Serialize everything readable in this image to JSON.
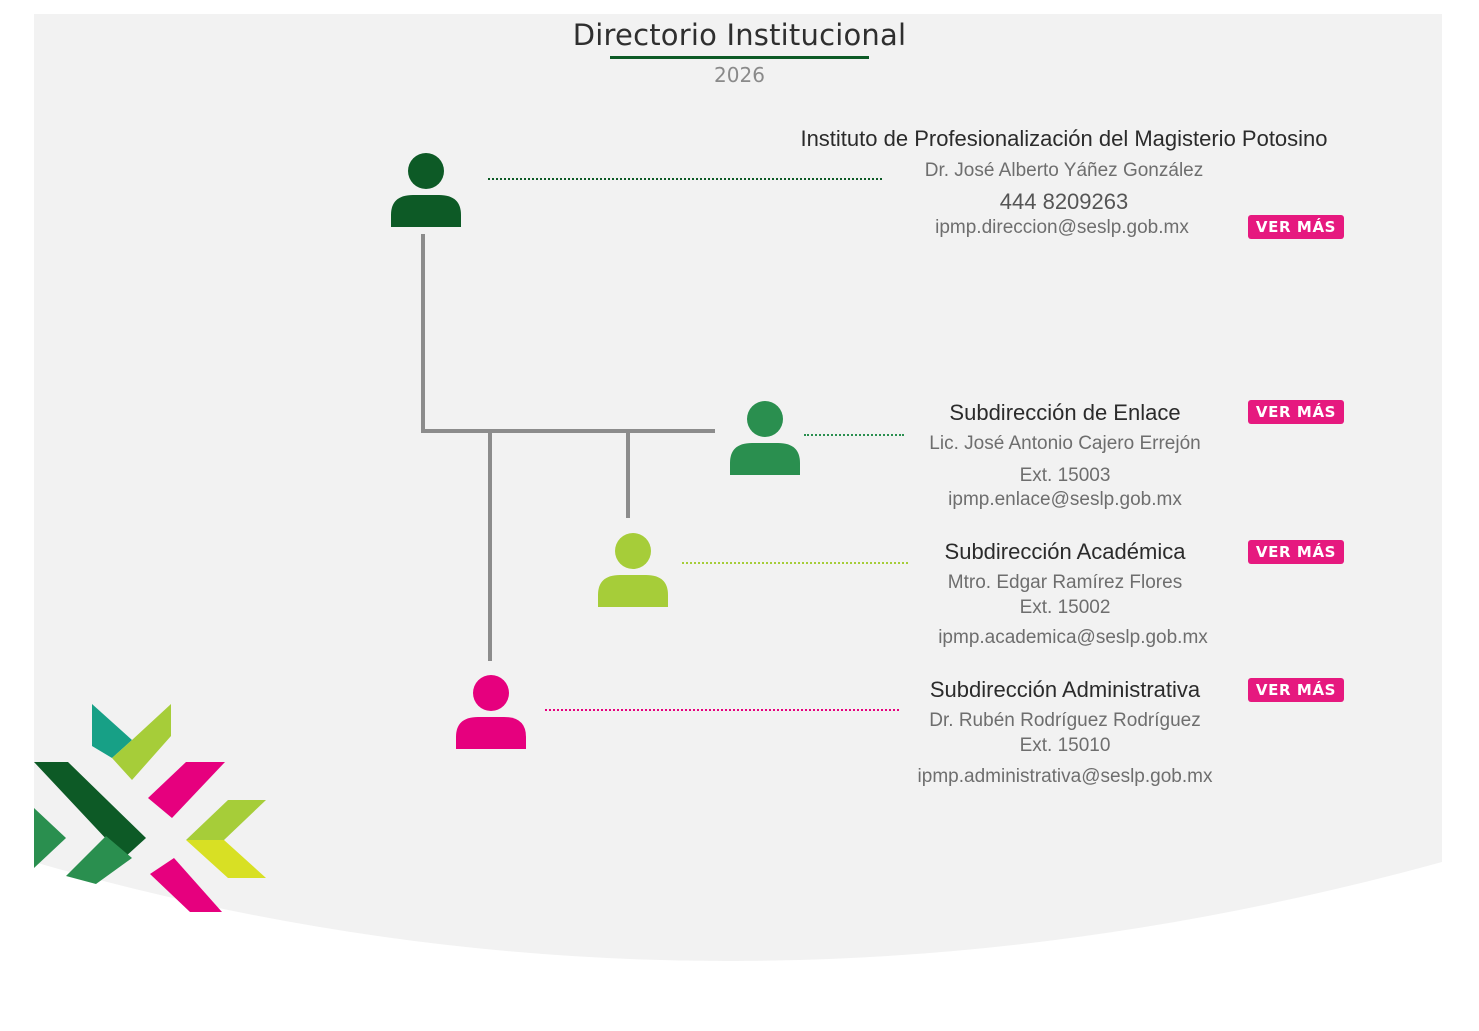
{
  "header": {
    "title": "Directorio Institucional",
    "year": "2026"
  },
  "colors": {
    "background_panel": "#f2f2f2",
    "title_rule": "#0d5a26",
    "connector": "#8c8c8c",
    "button": "#e6197f",
    "director": "#0d5a26",
    "enlace": "#2a8f4f",
    "academica": "#a6cd39",
    "administrativa": "#e6007e"
  },
  "icons": {
    "person": "person-icon"
  },
  "directory": {
    "director": {
      "name": "Instituto de Profesionalización del Magisterio Potosino",
      "person": "Dr. José Alberto Yáñez González",
      "phone": "444 8209263",
      "email": "ipmp.direccion@seslp.gob.mx",
      "button": "VER MÁS"
    },
    "enlace": {
      "name": "Subdirección de Enlace",
      "person": "Lic. José Antonio Cajero Errejón",
      "ext": "Ext. 15003",
      "email": "ipmp.enlace@seslp.gob.mx",
      "button": "VER MÁS"
    },
    "academica": {
      "name": "Subdirección Académica",
      "person": "Mtro. Edgar Ramírez Flores",
      "ext": "Ext. 15002",
      "email": "ipmp.academica@seslp.gob.mx",
      "button": "VER MÁS"
    },
    "administrativa": {
      "name": "Subdirección Administrativa",
      "person": "Dr. Rubén Rodríguez Rodríguez",
      "ext": "Ext. 15010",
      "email": "ipmp.administrativa@seslp.gob.mx",
      "button": "VER MÁS"
    }
  }
}
